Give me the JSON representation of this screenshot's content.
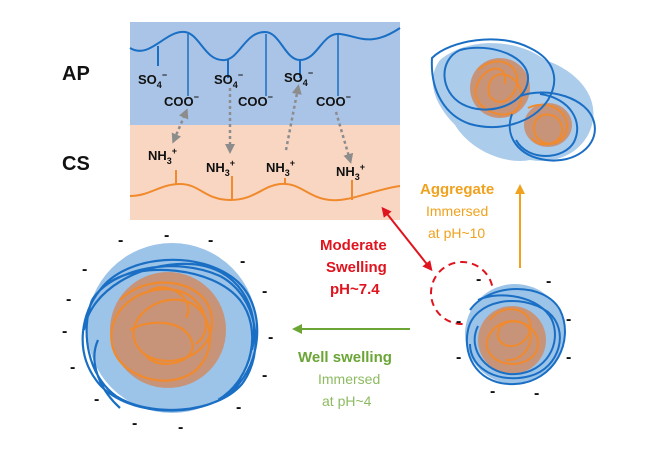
{
  "labels": {
    "ap": "AP",
    "cs": "CS"
  },
  "chem": {
    "sulfate": "SO",
    "sulfate_sub": "4",
    "sulfate_sup": "−",
    "carboxylate": "COO",
    "carboxylate_sup": "−",
    "ammonium_a": "NH",
    "ammonium_sub": "3",
    "ammonium_sup": "+"
  },
  "aggregate": {
    "title": "Aggregate",
    "line1": "Immersed",
    "line2": "at pH~10"
  },
  "moderate": {
    "line1": "Moderate",
    "line2": "Swelling",
    "line3": "pH~7.4"
  },
  "well": {
    "title": "Well swelling",
    "line1": "Immersed",
    "line2": "at pH~4"
  },
  "charge_symbol": "-",
  "colors": {
    "ap_band": "#a9c4e6",
    "cs_band": "#f9d6c2",
    "polymer_blue": "#1a6fc4",
    "polymer_orange": "#f08a2c",
    "halo_blue": "#9cc3e8",
    "core_brown": "#c7947a",
    "aggregate_text": "#f0a21e",
    "moderate_text": "#e0141e",
    "well_title": "#6aa535",
    "well_text": "#8dbb62",
    "dashed_arrow": "#8c8c8c"
  }
}
